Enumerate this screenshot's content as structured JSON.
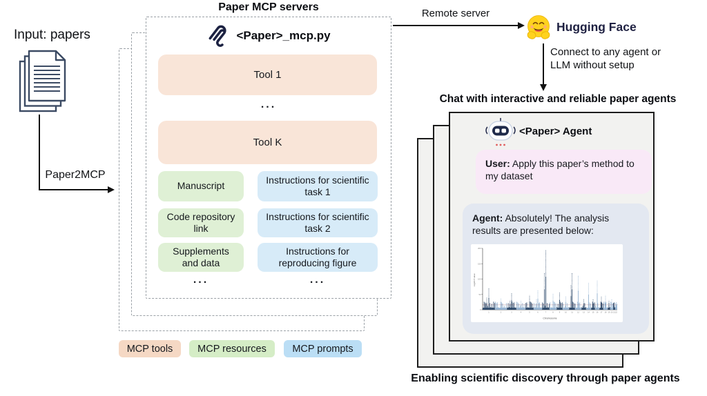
{
  "input": {
    "label": "Input: papers",
    "arrow_label": "Paper2MCP"
  },
  "mcp_servers": {
    "title": "Paper MCP servers",
    "filename": "<Paper>_mcp.py",
    "tools": [
      "Tool 1",
      "Tool K"
    ],
    "tools_ellipsis": "...",
    "resources": [
      "Manuscript",
      "Code repository link",
      "Supplements and data"
    ],
    "prompts": [
      "Instructions for scientific task 1",
      "Instructions for scientific task 2",
      "Instructions for reproducing figure"
    ],
    "resources_ellipsis": "...",
    "prompts_ellipsis": "..."
  },
  "legend": [
    {
      "label": "MCP tools",
      "color": "#f5d8c4"
    },
    {
      "label": "MCP resources",
      "color": "#d5edc6"
    },
    {
      "label": "MCP prompts",
      "color": "#bbdef5"
    }
  ],
  "remote": {
    "arrow_label": "Remote server",
    "brand": "Hugging Face",
    "connect_text": "Connect to any agent or LLM without setup"
  },
  "chat": {
    "heading": "Chat with interactive and reliable paper agents",
    "agent_title": "<Paper> Agent",
    "user_label": "User:",
    "user_message": " Apply this paper’s method to my dataset",
    "agent_label": "Agent:",
    "agent_message": " Absolutely! The analysis results are presented below:"
  },
  "footer": {
    "caption": "Enabling scientific discovery through paper agents"
  },
  "chart_data": {
    "type": "scatter",
    "variant": "manhattan",
    "title": "",
    "xlabel": "Chromosome",
    "ylabel": "-log10 P value",
    "ylim": [
      0,
      200
    ],
    "y_ticks": [
      0,
      50,
      100,
      150,
      200
    ],
    "threshold": 16,
    "legend_position": "none",
    "grid": false,
    "chromosomes": [
      {
        "label": "1",
        "w": 9.0,
        "peaks": [
          70,
          40
        ]
      },
      {
        "label": "2",
        "w": 8.5,
        "peaks": [
          38
        ]
      },
      {
        "label": "3",
        "w": 7.0,
        "peaks": [
          56,
          30
        ]
      },
      {
        "label": "4",
        "w": 6.5,
        "peaks": [
          30
        ]
      },
      {
        "label": "5",
        "w": 6.0,
        "peaks": [
          48
        ]
      },
      {
        "label": "6",
        "w": 6.0,
        "peaks": [
          64,
          36
        ]
      },
      {
        "label": "7",
        "w": 5.5,
        "peaks": [
          194,
          120
        ]
      },
      {
        "label": "8",
        "w": 5.0,
        "peaks": [
          52
        ]
      },
      {
        "label": "9",
        "w": 4.5,
        "peaks": [
          58
        ]
      },
      {
        "label": "10",
        "w": 4.5,
        "peaks": [
          44
        ]
      },
      {
        "label": "11",
        "w": 4.5,
        "peaks": [
          120,
          80
        ]
      },
      {
        "label": "12",
        "w": 4.5,
        "peaks": [
          112
        ]
      },
      {
        "label": "13",
        "w": 3.5,
        "peaks": [
          36
        ]
      },
      {
        "label": "14",
        "w": 3.5,
        "peaks": [
          88
        ]
      },
      {
        "label": "15",
        "w": 3.0,
        "peaks": [
          34
        ]
      },
      {
        "label": "16",
        "w": 3.0,
        "peaks": [
          96
        ]
      },
      {
        "label": "17",
        "w": 3.0,
        "peaks": [
          42
        ]
      },
      {
        "label": "18",
        "w": 3.0,
        "peaks": [
          48
        ]
      },
      {
        "label": "19",
        "w": 2.0,
        "peaks": [
          30
        ]
      },
      {
        "label": "20",
        "w": 2.0,
        "peaks": [
          34
        ]
      },
      {
        "label": "21",
        "w": 1.5,
        "peaks": [
          22
        ]
      },
      {
        "label": "22",
        "w": 1.5,
        "peaks": [
          26
        ]
      }
    ],
    "noise_pattern": [
      10,
      22,
      8,
      30,
      14,
      24,
      9,
      36,
      16,
      12,
      26,
      10,
      40,
      18,
      8,
      28
    ],
    "colors": {
      "dark": "#2e4a6b",
      "light": "#94b3d1",
      "threshold": "#8a4a52",
      "axis": "#555555"
    }
  }
}
